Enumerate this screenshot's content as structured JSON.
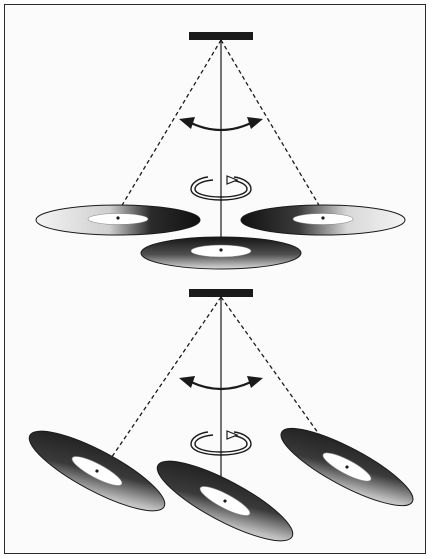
{
  "figure": {
    "panels": [
      {
        "id": "top",
        "description_visible_text": "",
        "disk_tilt": "level",
        "disk_count": 3,
        "swing_arrow": "double-headed",
        "rotation_arrow": "circular"
      },
      {
        "id": "bottom",
        "description_visible_text": "",
        "disk_tilt": "tilted",
        "disk_count": 3,
        "swing_arrow": "double-headed",
        "rotation_arrow": "circular"
      }
    ],
    "colors": {
      "ink": "#1a1a1a",
      "frame": "#2a2a2a",
      "background": "#fbfbfb"
    }
  }
}
